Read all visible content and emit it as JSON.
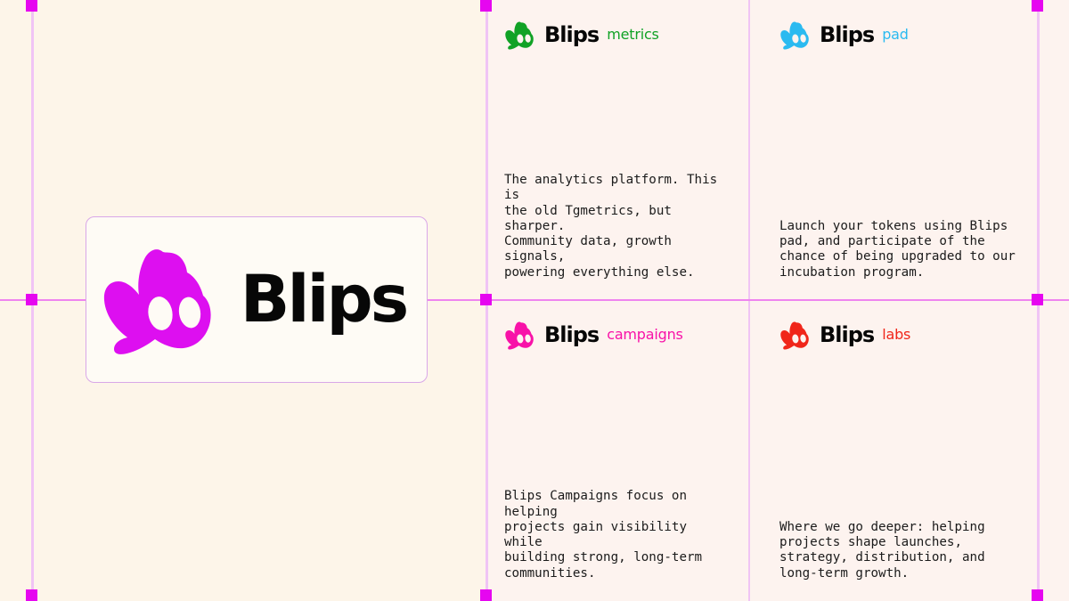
{
  "canvas": {
    "background_left": "#fdf5e9",
    "background_right": "#fdf3ef",
    "guide_color": "#f0c4f5",
    "selection_color": "#ef84ef",
    "handle_color": "#e606f0"
  },
  "brand_card": {
    "wordmark": "Blips",
    "mark_color": "#dd0ff0",
    "wordmark_color": "#070707",
    "card_background": "#fefbf5",
    "card_border_color": "#d9a7e8"
  },
  "products": [
    {
      "id": "metrics",
      "wordmark": "Blips",
      "suffix": "metrics",
      "accent": "#11a226",
      "description": "The analytics platform. This is\nthe old Tgmetrics, but sharper.\nCommunity data, growth signals,\npowering everything else."
    },
    {
      "id": "pad",
      "wordmark": "Blips",
      "suffix": "pad",
      "accent": "#2bbaf0",
      "description": "Launch your tokens using Blips\npad, and participate of the\nchance of being upgraded to our\nincubation program."
    },
    {
      "id": "campaigns",
      "wordmark": "Blips",
      "suffix": "campaigns",
      "accent": "#f812a8",
      "description": "Blips Campaigns focus on helping\nprojects gain visibility while\nbuilding strong, long-term\ncommunities."
    },
    {
      "id": "labs",
      "wordmark": "Blips",
      "suffix": "labs",
      "accent": "#f0261a",
      "description": "Where we go deeper: helping\nprojects shape launches,\nstrategy, distribution, and\nlong-term growth."
    }
  ]
}
